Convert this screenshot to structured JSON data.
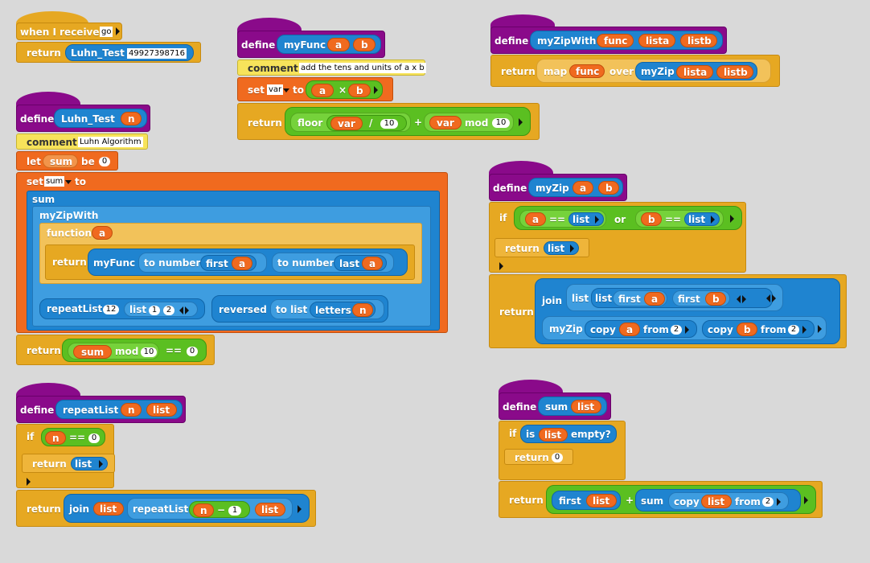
{
  "scripts": {
    "receive": {
      "hat_label": "when I receive",
      "message": "go",
      "return_label": "return",
      "call_label": "Luhn_Test",
      "call_input": "49927398716"
    },
    "myfunc": {
      "define_label": "define",
      "name": "myFunc",
      "param_a": "a",
      "param_b": "b",
      "comment_label": "comment",
      "comment_text": "add the tens and units of a x b",
      "set_label": "set",
      "set_var": "var",
      "to_label": "to",
      "times_op": "×",
      "return_label": "return",
      "floor_label": "floor",
      "var_ref": "var",
      "div_op": "/",
      "ten": "10",
      "plus_op": "+",
      "mod_label": "mod"
    },
    "myzipwith": {
      "define_label": "define",
      "name": "myZipWith",
      "param_func": "func",
      "param_lista": "lista",
      "param_listb": "listb",
      "return_label": "return",
      "map_label": "map",
      "over_label": "over",
      "myzip_label": "myZip"
    },
    "luhn": {
      "define_label": "define",
      "name": "Luhn_Test",
      "param_n": "n",
      "comment_label": "comment",
      "comment_text": "Luhn Algorithm",
      "let_label": "let",
      "sum_var": "sum",
      "be_label": "be",
      "zero": "0",
      "set_label": "set",
      "to_label": "to",
      "sum_label": "sum",
      "myzipwith_label": "myZipWith",
      "function_label": "function",
      "param_a": "a",
      "return_label": "return",
      "myfunc_label": "myFunc",
      "tonumber_label": "to number",
      "first_label": "first",
      "last_label": "last",
      "repeatlist_label": "repeatList",
      "twelve": "12",
      "list_label": "list",
      "one": "1",
      "two": "2",
      "reversed_label": "reversed",
      "tolist_label": "to list",
      "letters_label": "letters",
      "mod_label": "mod",
      "ten": "10",
      "eq_op": "=="
    },
    "myzip": {
      "define_label": "define",
      "name": "myZip",
      "param_a": "a",
      "param_b": "b",
      "if_label": "if",
      "eq_op": "==",
      "list_label": "list",
      "or_label": "or",
      "return_label": "return",
      "join_label": "join",
      "first_label": "first",
      "myzip_label": "myZip",
      "copy_label": "copy",
      "from_label": "from",
      "two": "2"
    },
    "repeatlist": {
      "define_label": "define",
      "name": "repeatList",
      "param_n": "n",
      "param_list": "list",
      "if_label": "if",
      "eq_op": "==",
      "zero": "0",
      "return_label": "return",
      "list_label": "list",
      "join_label": "join",
      "repeatlist_label": "repeatList",
      "minus_op": "−",
      "one": "1"
    },
    "sum": {
      "define_label": "define",
      "name": "sum",
      "param_list": "list",
      "if_label": "if",
      "is_label": "is",
      "empty_label": "empty?",
      "return_label": "return",
      "zero": "0",
      "first_label": "first",
      "plus_op": "+",
      "sum_label": "sum",
      "copy_label": "copy",
      "from_label": "from",
      "two": "2"
    }
  },
  "colors": {
    "control": "#e6a822",
    "custom_define": "#8a0a8a",
    "lists": "#3e9de0",
    "operators": "#5bbf21",
    "variables": "#f06a1f",
    "comment": "#f7e35b",
    "background": "#d9d9d9"
  }
}
